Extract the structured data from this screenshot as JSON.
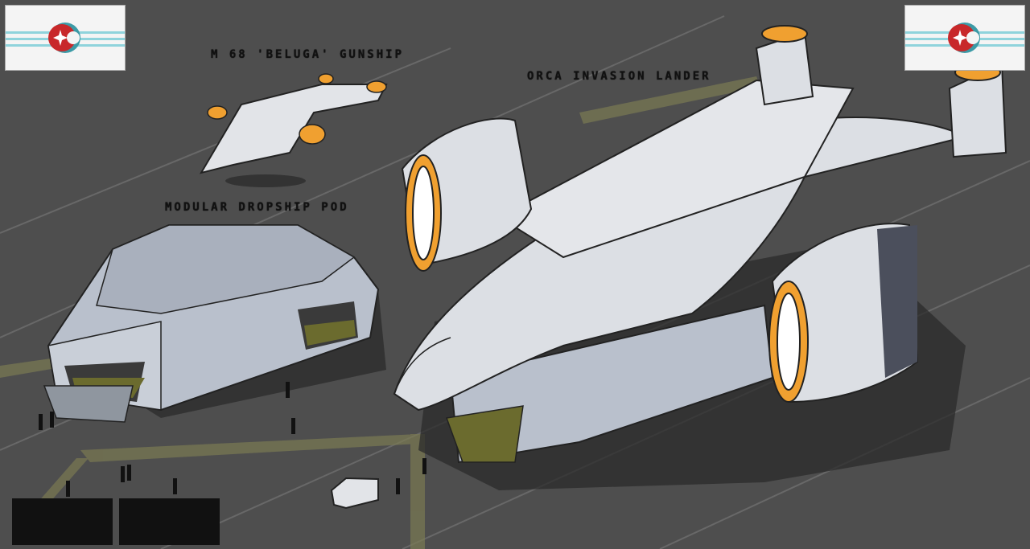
{
  "labels": {
    "gunship": "M 68 'BELUGA' GUNSHIP",
    "lander": "ORCA INVASION LANDER",
    "pod": "MODULAR DROPSHIP POD"
  },
  "colors": {
    "background": "#4e4e4e",
    "tarmac_lines": "#6a6a6a",
    "ground_marking": "#7b7a52",
    "hull": "#dcdfe4",
    "hull_dark": "#4b4f5c",
    "pod_hull": "#b9c0cc",
    "engine_orange": "#f0a030",
    "hazard_yellow": "#e8c830",
    "flag_stripe": "#8fd3dc",
    "emblem_red": "#c8282a",
    "emblem_teal": "#3c9aa6"
  },
  "icons": [
    "faction-flag-emblem-left",
    "faction-flag-emblem-right"
  ]
}
